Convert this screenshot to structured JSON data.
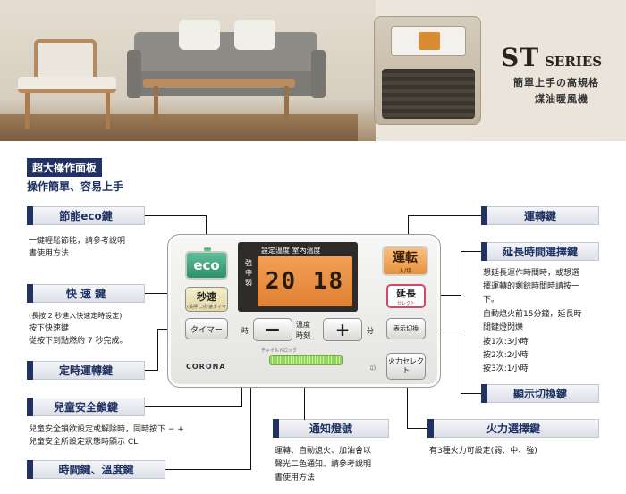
{
  "hero": {
    "series_main": "ST",
    "series_word": "SERIES",
    "tagline_1": "簡單上手の高規格",
    "tagline_2": "煤油暖風機"
  },
  "header": {
    "badge": "超大操作面板",
    "subtitle": "操作簡單、容易上手"
  },
  "left": {
    "eco_title": "節能eco鍵",
    "eco_desc": [
      "一鍵輕鬆節能，請參考說明",
      "書使用方法"
    ],
    "fast_title": "快 速 鍵",
    "fast_desc": [
      "(長按 2 秒進入快速定時設定)",
      "按下快速鍵",
      "從按下到點燃約 7 秒完成。"
    ],
    "timer_title": "定時運轉鍵",
    "lock_title": "兒童安全鎖鍵",
    "lock_desc": [
      "兒童安全鎖欲設定或解除時，同時按下 − +",
      "兒童安全所設定狀態時顯示 CL"
    ],
    "time_temp_title": "時間鍵、溫度鍵"
  },
  "right": {
    "run_title": "運轉鍵",
    "extend_title": "延長時間選擇鍵",
    "extend_desc": [
      "想延長運作時間時，或想選",
      "擇運轉的剩餘時間時請按一",
      "下。",
      "自動熄火前15分鐘，延長時",
      "間鍵燈閃爍",
      "按1次:3小時",
      "按2次:2小時",
      "按3次:1小時"
    ],
    "display_title": "顯示切換鍵",
    "fire_title": "火力選擇鍵",
    "fire_desc": "有3種火力可設定(弱、中、強)"
  },
  "center": {
    "notify_title": "通知燈號",
    "notify_desc": [
      "運轉、自動熄火、加油會以",
      "聲光二色通知。請參考說明",
      "書使用方法"
    ]
  },
  "device": {
    "eco": "eco",
    "fast_big": "秒速",
    "fast_small": "(長押し)秒速タイマ",
    "timer": "タイマー",
    "screen_labels": "設定溫度  室內溫度",
    "side_labels": "強中弱",
    "lcd": "20 18",
    "run_big": "運転",
    "run_small": "入/切",
    "ext_big": "延長",
    "ext_small": "セレクト",
    "minus": "−",
    "plus": "+",
    "mid_1": "溫度",
    "mid_2": "時刻",
    "hour": "時",
    "minute": "分",
    "display": "表示切換",
    "fire": "火力セレクト",
    "brand": "CORONA",
    "safety": "チャイルドロック",
    "vol": "ﾛ)"
  }
}
